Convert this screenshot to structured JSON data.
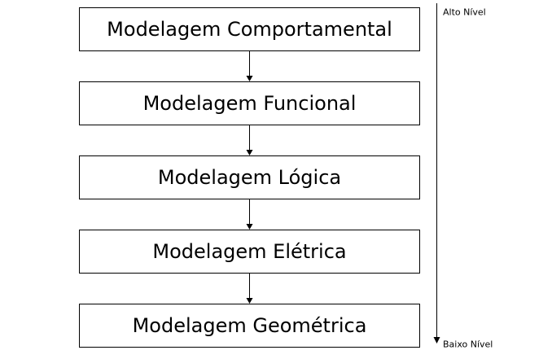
{
  "diagram": {
    "stages": [
      {
        "label": "Modelagem Comportamental"
      },
      {
        "label": "Modelagem Funcional"
      },
      {
        "label": "Modelagem Lógica"
      },
      {
        "label": "Modelagem Elétrica"
      },
      {
        "label": "Modelagem Geométrica"
      }
    ],
    "scale": {
      "top_label": "Alto Nível",
      "bottom_label": "Baixo Nível"
    }
  }
}
